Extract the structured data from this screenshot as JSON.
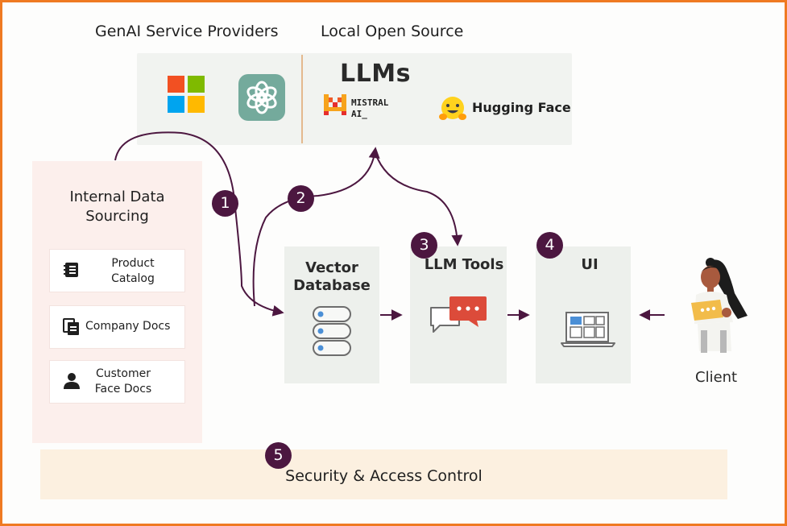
{
  "headers": {
    "genai": "GenAI Service Providers",
    "local": "Local Open Source"
  },
  "llms": {
    "title": "LLMs",
    "mistral_line1": "MISTRAL",
    "mistral_line2": "AI_",
    "hugging_face": "Hugging Face"
  },
  "internal": {
    "title_line1": "Internal Data",
    "title_line2": "Sourcing",
    "items": [
      {
        "line1": "Product",
        "line2": "Catalog",
        "icon": "notebook-icon"
      },
      {
        "line1": "Company Docs",
        "line2": "",
        "icon": "documents-icon"
      },
      {
        "line1": "Customer",
        "line2": "Face Docs",
        "icon": "person-icon"
      }
    ]
  },
  "components": {
    "vector_line1": "Vector",
    "vector_line2": "Database",
    "llm_tools": "LLM Tools",
    "ui": "UI"
  },
  "steps": [
    "1",
    "2",
    "3",
    "4",
    "5"
  ],
  "security": "Security & Access Control",
  "client": "Client",
  "colors": {
    "frame": "#ef7a22",
    "badge": "#4c1740",
    "arrow": "#4c1740",
    "accent_blue": "#4b8fd6",
    "chat_red": "#dc4b3a"
  }
}
